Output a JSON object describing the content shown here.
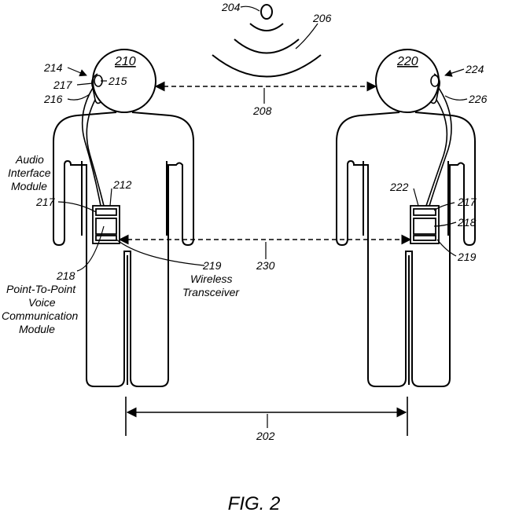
{
  "figure": {
    "caption": "FIG. 2",
    "user_left": {
      "head_label": "210",
      "device_label": "212",
      "earpiece_label": "214",
      "ear_label": "215",
      "cable_label": "216",
      "mic_label": "217",
      "module_label_217": "217",
      "module_label_218": "218",
      "transceiver_label": "219"
    },
    "user_right": {
      "head_label": "220",
      "device_label": "222",
      "earpiece_label": "224",
      "cable_label": "226",
      "module_label_217": "217",
      "module_label_218": "218",
      "transceiver_label": "219"
    },
    "source_label": "204",
    "wave_label": "206",
    "link_head_label": "208",
    "link_device_label": "230",
    "distance_label": "202",
    "annotations": {
      "audio_line1": "Audio",
      "audio_line2": "Interface",
      "audio_line3": "Module",
      "p2p_line1": "Point-To-Point",
      "p2p_line2": "Voice",
      "p2p_line3": "Communication",
      "p2p_line4": "Module",
      "wireless_line1": "Wireless",
      "wireless_line2": "Transceiver"
    }
  }
}
